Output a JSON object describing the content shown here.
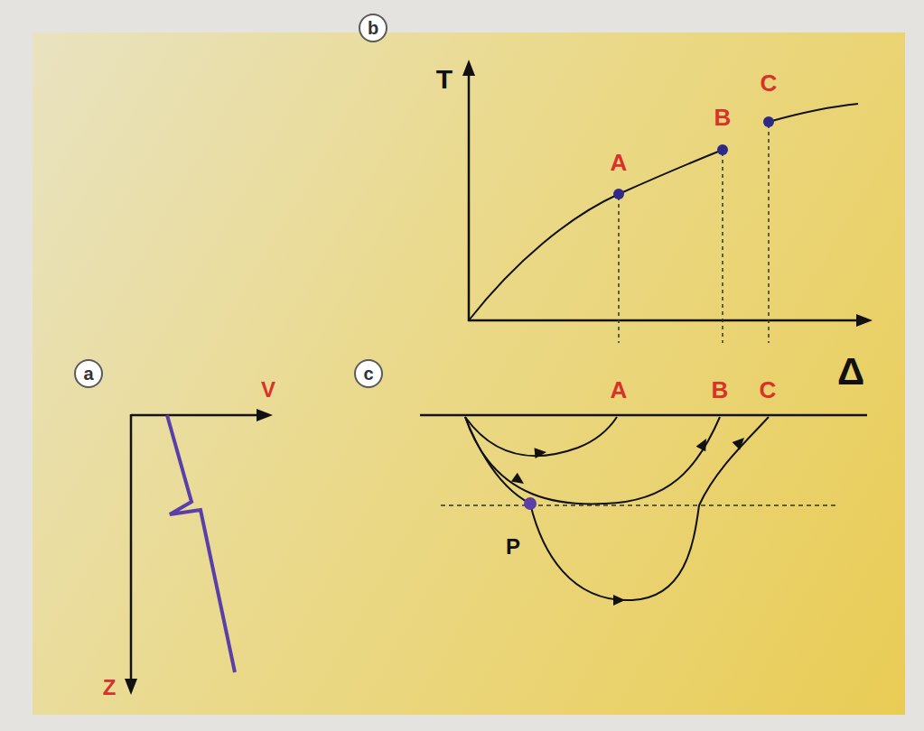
{
  "diagram": {
    "nodes": [
      {
        "text": [
          "b"
        ]
      },
      {
        "text": [
          "a"
        ]
      },
      {
        "text": [
          "c"
        ]
      }
    ],
    "labels": [
      "T",
      "C",
      "B",
      "A",
      "Δ",
      "V",
      "A",
      "B",
      "C",
      "P",
      "Z"
    ]
  }
}
